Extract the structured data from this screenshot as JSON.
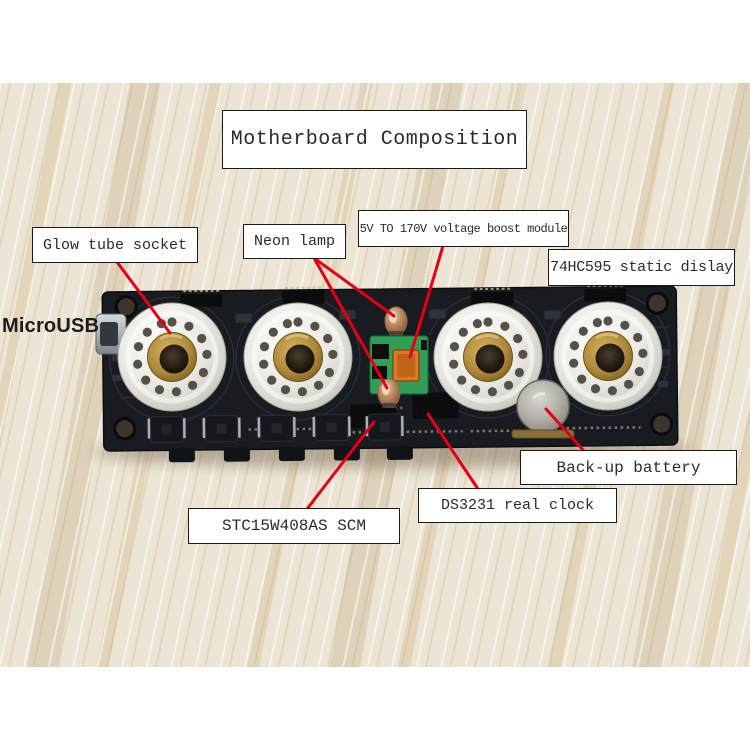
{
  "title": "Motherboard Composition",
  "micro_usb_label": "MicroUSB",
  "labels": {
    "glow_tube_socket": "Glow tube socket",
    "neon_lamp": "Neon lamp",
    "boost_module": "5V TO 170V voltage boost module",
    "hc595": "74HC595 static dislay",
    "backup_battery": "Back-up battery",
    "ds3231": "DS3231 real clock",
    "stc_scm": "STC15W408AS SCM"
  },
  "colors": {
    "callout_line": "#e60012",
    "pcb_black": "#181b20",
    "socket_white": "#eceae5",
    "brass_ring": "#b08d3e",
    "wood_base": "#ece5d5",
    "module_green": "#2f9e58",
    "inductor_orange": "#d97a26",
    "battery_silver": "#b9b6ae"
  }
}
